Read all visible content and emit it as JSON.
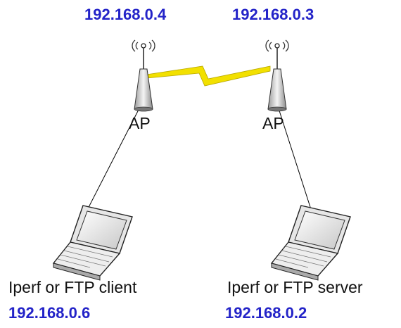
{
  "ap_left": {
    "ip": "192.168.0.4",
    "label": "AP"
  },
  "ap_right": {
    "ip": "192.168.0.3",
    "label": "AP"
  },
  "client": {
    "role": "Iperf or FTP client",
    "ip": "192.168.0.6"
  },
  "server": {
    "role": "Iperf or FTP server",
    "ip": "192.168.0.2"
  },
  "colors": {
    "ip_text": "#2323c8",
    "wireless_link": "#f2e000",
    "line": "#000000"
  },
  "icons": {
    "access_point": "wifi-antenna-icon",
    "laptop": "laptop-icon",
    "link": "lightning-bolt-icon"
  }
}
